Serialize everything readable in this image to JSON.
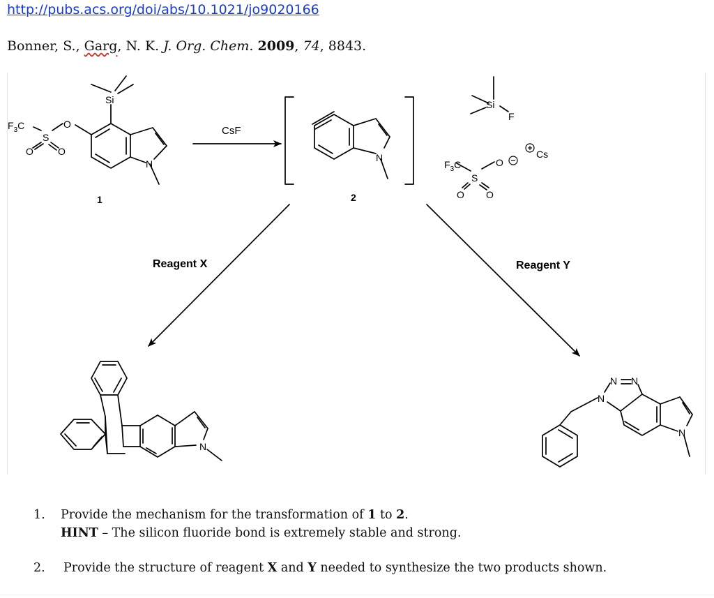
{
  "header": {
    "url": "http://pubs.acs.org/doi/abs/10.1021/jo9020166",
    "citation": {
      "authors_pre": "Bonner, S., ",
      "authors_flag": "Garg",
      "authors_post": ", N. K. ",
      "journal": "J. Org. Chem.",
      "year": "2009",
      "volume": "74",
      "pages": "8843."
    }
  },
  "scheme": {
    "labels": {
      "compound1": "1",
      "compound2": "2",
      "csf": "CsF",
      "reagent_x": "Reagent X",
      "reagent_y": "Reagent Y"
    },
    "atoms": {
      "si": "Si",
      "f": "F",
      "o": "O",
      "s": "S",
      "n": "N",
      "cs": "Cs",
      "f3c": "F3C"
    }
  },
  "questions": [
    {
      "number": "1.",
      "text_pre": "Provide the mechanism for the transformation of ",
      "bold1": "1",
      "text_mid": " to ",
      "bold2": "2",
      "text_post": ".",
      "hint_label": "HINT",
      "hint_text": " – The silicon fluoride bond is extremely stable and strong."
    },
    {
      "number": "2.",
      "text_pre": "Provide the structure of reagent ",
      "bold1": "X",
      "text_mid": " and ",
      "bold2": "Y",
      "text_post": " needed to synthesize the two products shown."
    }
  ]
}
